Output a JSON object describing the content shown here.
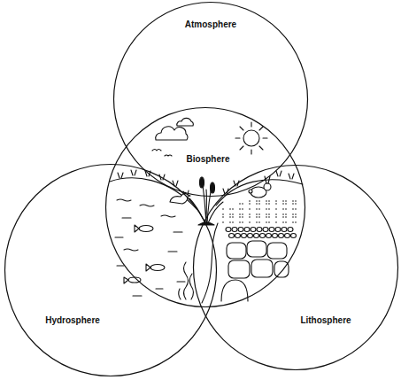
{
  "diagram": {
    "nodes": [
      {
        "text": [
          "Atmosphere"
        ]
      },
      {
        "text": [
          "Biosphere"
        ]
      },
      {
        "text": [
          "Hydrosphere"
        ]
      },
      {
        "text": [
          "Lithosphere"
        ]
      }
    ]
  }
}
